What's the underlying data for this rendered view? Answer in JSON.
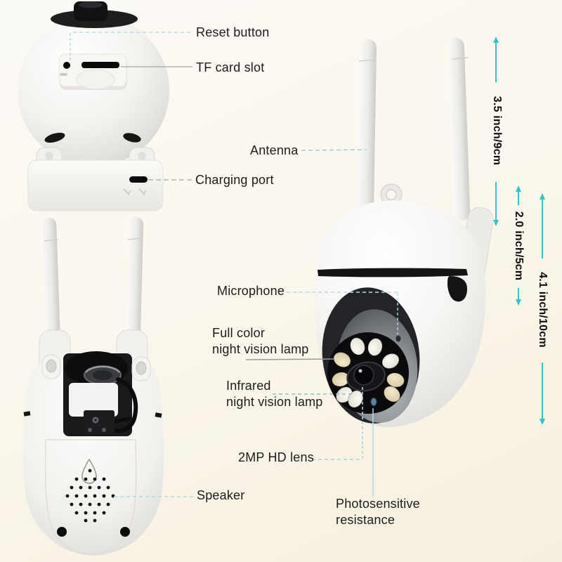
{
  "labels": {
    "reset_button": "Reset button",
    "tf_card_slot": "TF card slot",
    "charging_port": "Charging port",
    "antenna": "Antenna",
    "microphone": "Microphone",
    "full_color_lamp_line1": "Full color",
    "full_color_lamp_line2": "night vision lamp",
    "infrared_lamp_line1": "Infrared",
    "infrared_lamp_line2": "night vision lamp",
    "hd_lens": "2MP HD lens",
    "photosensitive_line1": "Photosensitive",
    "photosensitive_line2": "resistance",
    "speaker": "Speaker"
  },
  "dimensions": {
    "antenna_height": "3.5 inch/9cm",
    "head_height": "2.0 inch/5cm",
    "body_height": "4.1 inch/10cm"
  },
  "colors": {
    "dimension_line": "#35c3c6",
    "leader_dashed_blue": "#aed7e2",
    "leader_solid_gray": "#a5a5a2",
    "label_text": "#1c1c1c",
    "photosensitive_dot": "#5c82a2"
  }
}
